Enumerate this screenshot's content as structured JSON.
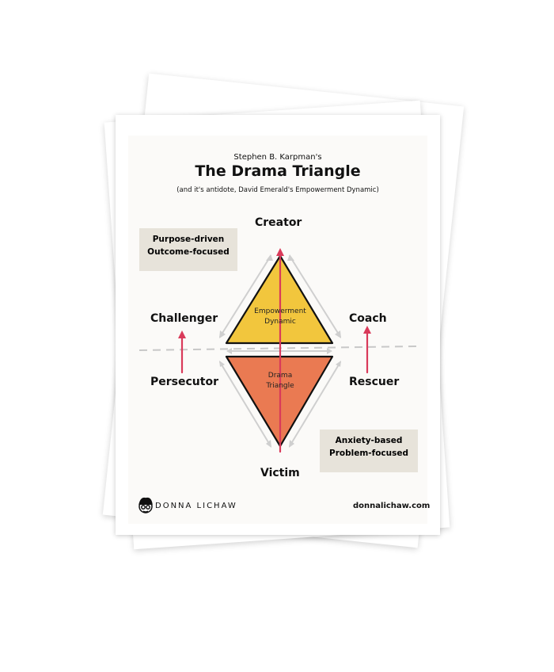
{
  "header": {
    "kicker": "Stephen B. Karpman's",
    "title": "The Drama Triangle",
    "subtitle": "(and it's antidote, David Emerald's Empowerment Dynamic)"
  },
  "diagram": {
    "top_label": "Creator",
    "bottom_label": "Victim",
    "left_upper": "Challenger",
    "left_lower": "Persecutor",
    "right_upper": "Coach",
    "right_lower": "Rescuer",
    "upper_triangle": {
      "line1": "Empowerment",
      "line2": "Dynamic",
      "color": "#f2c63d"
    },
    "lower_triangle": {
      "line1": "Drama",
      "line2": "Triangle",
      "color": "#ea7a52"
    },
    "arrow_color": "#d93a5a",
    "note_top": {
      "line1": "Purpose-driven",
      "line2": "Outcome-focused"
    },
    "note_bottom": {
      "line1": "Anxiety-based",
      "line2": "Problem-focused"
    }
  },
  "footer": {
    "name": "DONNA LICHAW",
    "url": "donnalichaw.com"
  }
}
